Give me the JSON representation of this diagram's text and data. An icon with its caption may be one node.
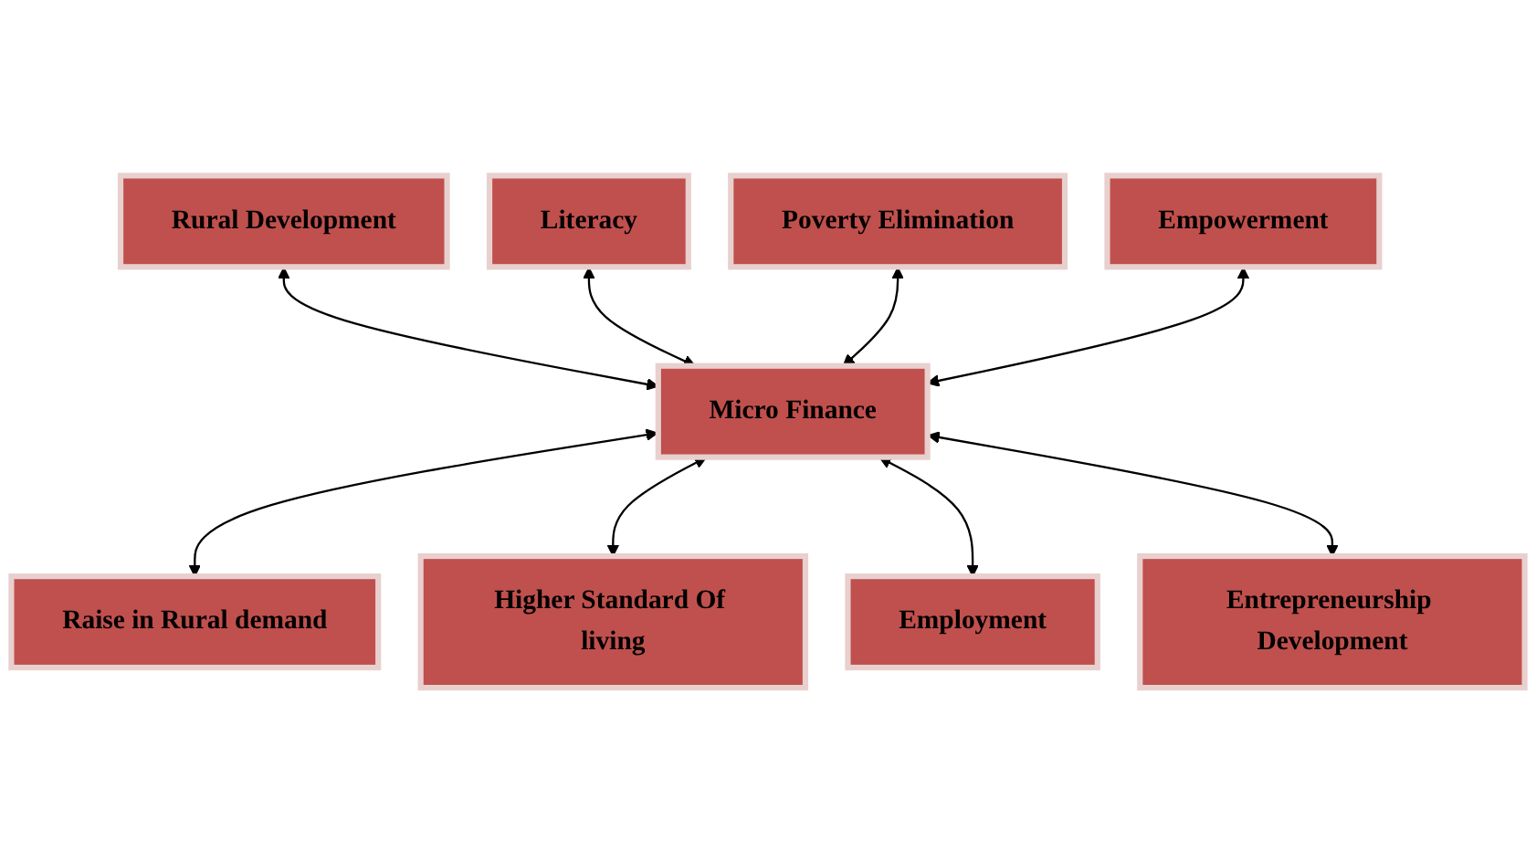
{
  "diagram": {
    "nodes": [
      {
        "text": [
          "Rural Development"
        ]
      },
      {
        "text": [
          "Literacy"
        ]
      },
      {
        "text": [
          "Poverty Elimination"
        ]
      },
      {
        "text": [
          "Empowerment"
        ]
      },
      {
        "text": [
          "Micro Finance"
        ]
      },
      {
        "text": [
          "Raise in Rural demand"
        ]
      },
      {
        "text": [
          "Higher Standard Of living"
        ]
      },
      {
        "text": [
          "Employment"
        ]
      },
      {
        "text": [
          "Entrepreneurship Development"
        ]
      }
    ],
    "edges": [
      {
        "from": 0,
        "to": 4,
        "arrow": "both"
      },
      {
        "from": 1,
        "to": 4,
        "arrow": "both"
      },
      {
        "from": 2,
        "to": 4,
        "arrow": "both"
      },
      {
        "from": 3,
        "to": 4,
        "arrow": "both"
      },
      {
        "from": 4,
        "to": 5,
        "arrow": "both"
      },
      {
        "from": 4,
        "to": 6,
        "arrow": "both"
      },
      {
        "from": 4,
        "to": 7,
        "arrow": "both"
      },
      {
        "from": 4,
        "to": 8,
        "arrow": "both"
      }
    ]
  }
}
